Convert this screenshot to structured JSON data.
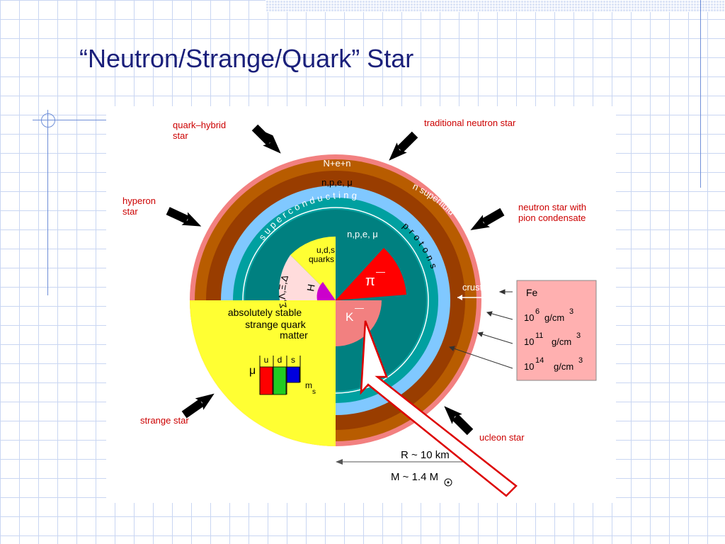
{
  "slide": {
    "title": "“Neutron/Strange/Quark” Star"
  },
  "diagram": {
    "outer_labels": {
      "quark_hybrid": [
        "quark–hybrid",
        "star"
      ],
      "traditional": "traditional neutron star",
      "hyperon": [
        "hyperon",
        "star"
      ],
      "pion": [
        "neutron star with",
        "pion condensate"
      ],
      "strange_star": "strange star",
      "nucleon_star": "ucleon star"
    },
    "layers": {
      "ne": "N+e",
      "nen": "N+e+n",
      "npemu_outer": "n,p,e, μ",
      "npemu_inner": "n,p,e, μ",
      "n_superfluid": "n superfluid",
      "superconducting": "superconducting",
      "protons": "protons"
    },
    "core": {
      "uds_quarks": [
        "u,d,s",
        "quarks"
      ],
      "hyperons": "Σ,Λ,Ξ,Δ",
      "H": "H",
      "pi": "π",
      "pi_sup": "—",
      "K": "K",
      "K_sup": "—"
    },
    "strange_quark": {
      "text": [
        "absolutely stable",
        "strange quark",
        "matter"
      ],
      "mu": "μ",
      "flavors": [
        "u",
        "d",
        "s"
      ],
      "ms": "m",
      "ms_sub": "s"
    },
    "crust": {
      "label": "crust",
      "fe": "Fe",
      "densities": [
        {
          "base": "10",
          "exp": "6",
          "unit": "g/cm",
          "unit_exp": "3"
        },
        {
          "base": "10",
          "exp": "11",
          "unit": "g/cm",
          "unit_exp": "3"
        },
        {
          "base": "10",
          "exp": "14",
          "unit": "g/cm",
          "unit_exp": "3"
        }
      ]
    },
    "radius": "R ~ 10 km",
    "mass": "M ~ 1.4 M",
    "colors": {
      "pink_edge": "#f28080",
      "brown": "#b85c00",
      "dark_brown": "#993d00",
      "light_blue": "#80c8ff",
      "teal": "#00a0a0",
      "dark_teal": "#008080",
      "yellow": "#ffff33",
      "red": "#ff0000",
      "salmon": "#f28080",
      "magenta": "#cc00cc",
      "light_pink": "#ffdcdc",
      "label_red": "#cc0000",
      "crust_box": "#ffb0b0",
      "quark_u": "#ff0000",
      "quark_d": "#22cc22",
      "quark_s": "#0000dd"
    }
  }
}
